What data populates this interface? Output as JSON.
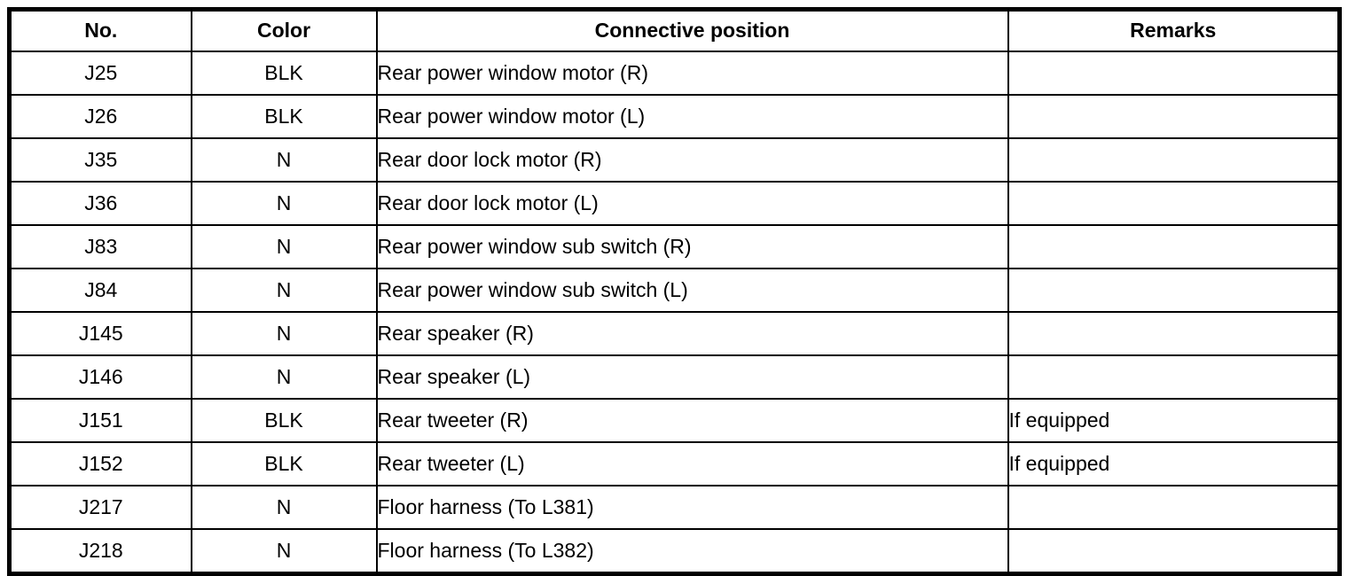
{
  "colors": {
    "border": "#000000",
    "background": "#ffffff",
    "text": "#000000"
  },
  "table": {
    "columns": [
      {
        "key": "no",
        "label": "No."
      },
      {
        "key": "color",
        "label": "Color"
      },
      {
        "key": "position",
        "label": "Connective position"
      },
      {
        "key": "remarks",
        "label": "Remarks"
      }
    ],
    "rows": [
      {
        "no": "J25",
        "color": "BLK",
        "position": "Rear power window motor (R)",
        "remarks": ""
      },
      {
        "no": "J26",
        "color": "BLK",
        "position": "Rear power window motor (L)",
        "remarks": ""
      },
      {
        "no": "J35",
        "color": "N",
        "position": "Rear door lock motor (R)",
        "remarks": ""
      },
      {
        "no": "J36",
        "color": "N",
        "position": "Rear door lock motor (L)",
        "remarks": ""
      },
      {
        "no": "J83",
        "color": "N",
        "position": "Rear power window sub switch (R)",
        "remarks": ""
      },
      {
        "no": "J84",
        "color": "N",
        "position": "Rear power window sub switch (L)",
        "remarks": ""
      },
      {
        "no": "J145",
        "color": "N",
        "position": "Rear speaker (R)",
        "remarks": ""
      },
      {
        "no": "J146",
        "color": "N",
        "position": "Rear speaker (L)",
        "remarks": ""
      },
      {
        "no": "J151",
        "color": "BLK",
        "position": "Rear tweeter (R)",
        "remarks": "If equipped"
      },
      {
        "no": "J152",
        "color": "BLK",
        "position": "Rear tweeter (L)",
        "remarks": "If equipped"
      },
      {
        "no": "J217",
        "color": "N",
        "position": "Floor harness (To L381)",
        "remarks": ""
      },
      {
        "no": "J218",
        "color": "N",
        "position": "Floor harness (To L382)",
        "remarks": ""
      }
    ]
  }
}
